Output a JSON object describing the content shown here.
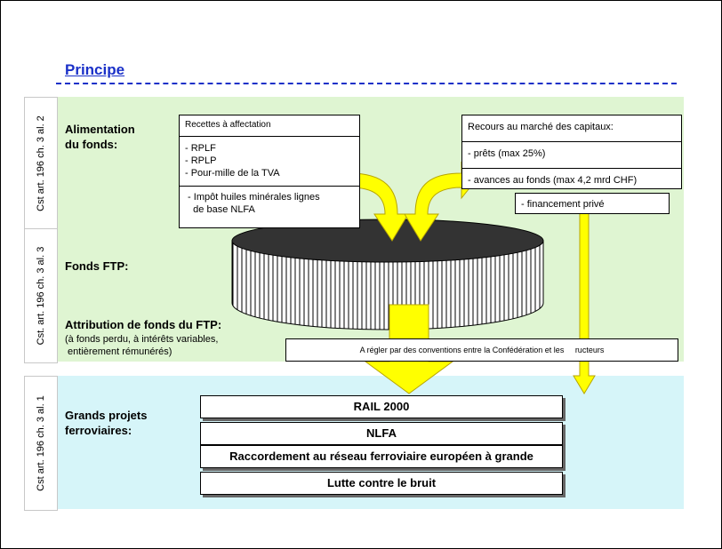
{
  "title": "Principe",
  "side_labels": {
    "top": "Cst art. 196 ch. 3 al. 2",
    "middle": "Cst. art. 196 ch. 3 al. 3",
    "bottom": "Cst art. 196 ch. 3 al. 1"
  },
  "sections": {
    "alimentation": "Alimentation\ndu fonds:",
    "fonds": "Fonds FTP:",
    "attribution": "Attribution de fonds du FTP:",
    "attribution_note": "(à fonds perdu, à intérêts variables,\n entièrement rémunérés)",
    "grands_projets": "Grands projets\nferroviaires:"
  },
  "recettes_box": {
    "header": "Recettes à affectation",
    "items": "- RPLF\n- RPLP\n- Pour-mille de la TVA",
    "impot": " - Impôt huiles minérales lignes\n   de base NLFA"
  },
  "capitaux_box": {
    "header": "Recours au marché des capitaux:",
    "prets": "- prêts (max 25%)",
    "avances": "- avances au fonds (max 4,2  mrd CHF)"
  },
  "financement_prive": "- financement privé",
  "conventions": "A régler par des conventions entre la Confédération et les     ructeurs",
  "projects": [
    "RAIL 2000",
    "NLFA",
    "Raccordement au réseau ferroviaire européen à grande",
    "Lutte contre le bruit"
  ],
  "colors": {
    "title": "#1a30c8",
    "arrow": "#ffff00",
    "green_band": "#dff5d2",
    "cyan_band": "#d6f5f9"
  }
}
